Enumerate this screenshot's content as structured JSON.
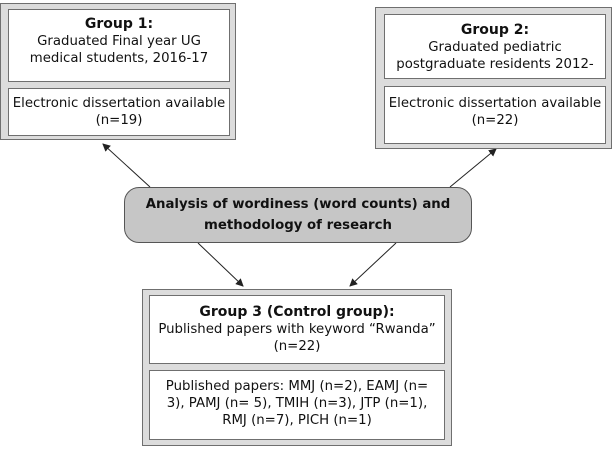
{
  "group1": {
    "title": "Group 1:",
    "description_line1": "Graduated Final year UG",
    "description_line2": "medical students, 2016-17",
    "detail_line1": "Electronic dissertation available",
    "detail_line2": "(n=19)"
  },
  "group2": {
    "title": "Group 2:",
    "description_line1": "Graduated pediatric",
    "description_line2": "postgraduate residents 2012-",
    "detail_line1": "Electronic dissertation available",
    "detail_line2": "(n=22)"
  },
  "analysis": {
    "line1": "Analysis of wordiness (word counts) and",
    "line2": "methodology of research"
  },
  "group3": {
    "title": "Group 3 (Control group):",
    "description_line1": "Published papers with keyword “Rwanda”",
    "description_line2": "(n=22)",
    "detail_line1": "Published papers: MMJ (n=2), EAMJ (n=",
    "detail_line2": "3), PAMJ (n= 5), TMIH (n=3), JTP (n=1),",
    "detail_line3": "RMJ (n=7), PICH (n=1)"
  }
}
